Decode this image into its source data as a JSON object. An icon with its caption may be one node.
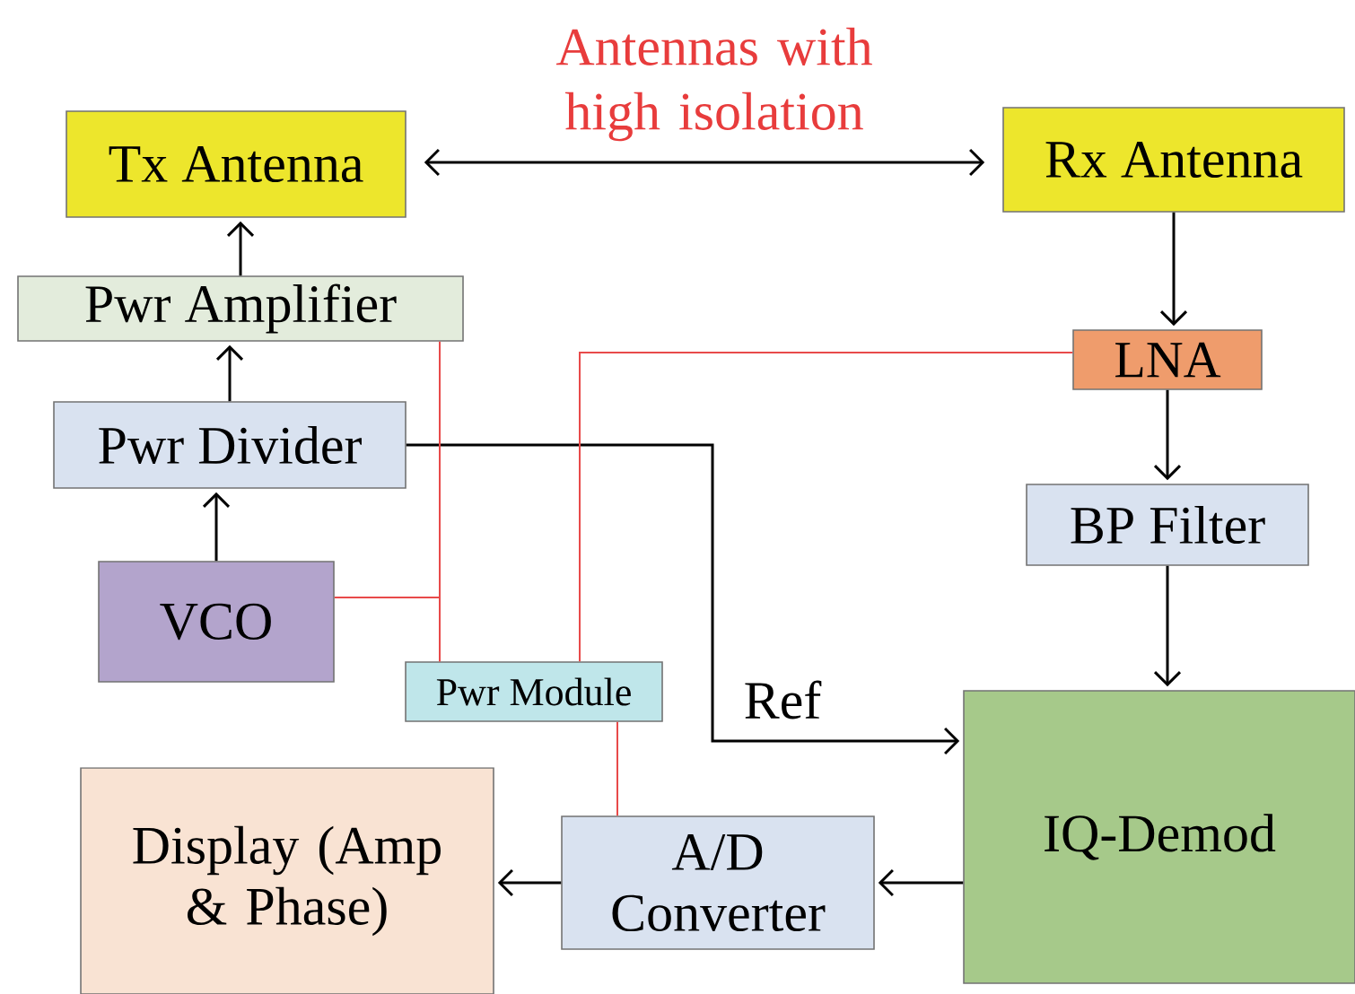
{
  "diagram": {
    "nodes": [
      {
        "text": [
          "Tx Antenna"
        ]
      },
      {
        "text": [
          "Rx Antenna"
        ]
      },
      {
        "text": [
          "Pwr Amplifier"
        ]
      },
      {
        "text": [
          "LNA"
        ]
      },
      {
        "text": [
          "Pwr Divider"
        ]
      },
      {
        "text": [
          "BP Filter"
        ]
      },
      {
        "text": [
          "VCO"
        ]
      },
      {
        "text": [
          "Pwr Module"
        ]
      },
      {
        "text": [
          "Display (Amp & Phase)"
        ]
      },
      {
        "text": [
          "A/D Converter"
        ]
      },
      {
        "text": [
          "IQ-Demod"
        ]
      }
    ],
    "edges": [
      {
        "from": 0,
        "to": 1,
        "arrow": "both"
      },
      {
        "from": 2,
        "to": 0,
        "arrow": "to"
      },
      {
        "from": 4,
        "to": 2,
        "arrow": "to"
      },
      {
        "from": 6,
        "to": 4,
        "arrow": "to"
      },
      {
        "from": 1,
        "to": 3,
        "arrow": "to"
      },
      {
        "from": 3,
        "to": 5,
        "arrow": "to"
      },
      {
        "from": 5,
        "to": 10,
        "arrow": "to"
      },
      {
        "from": 4,
        "to": 10,
        "arrow": "to",
        "label": "Ref"
      },
      {
        "from": 10,
        "to": 9,
        "arrow": "to"
      },
      {
        "from": 9,
        "to": 8,
        "arrow": "to"
      },
      {
        "from": 7,
        "to": 2,
        "arrow": "none",
        "color": "#e84a4a"
      },
      {
        "from": 7,
        "to": 6,
        "arrow": "none",
        "color": "#e84a4a"
      },
      {
        "from": 7,
        "to": 3,
        "arrow": "none",
        "color": "#e84a4a"
      },
      {
        "from": 7,
        "to": 9,
        "arrow": "none",
        "color": "#e84a4a"
      }
    ],
    "labels": [
      "Antennas with high isolation"
    ]
  }
}
